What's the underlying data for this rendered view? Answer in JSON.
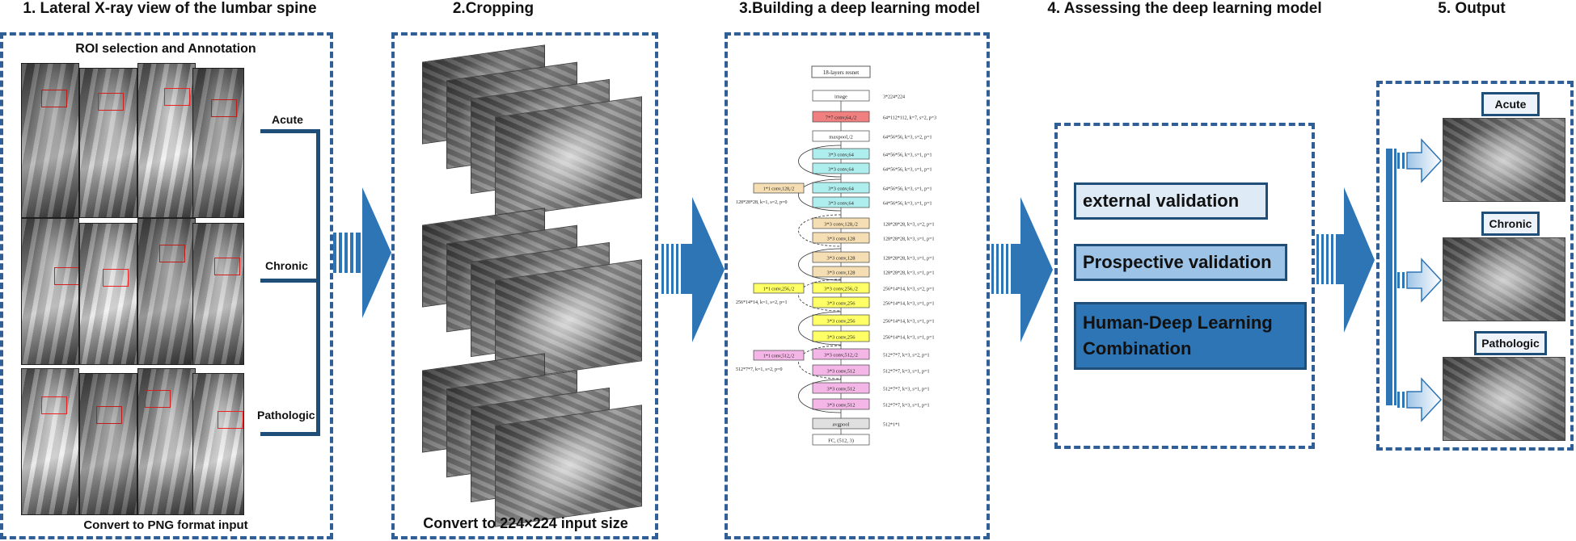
{
  "titles": [
    "1. Lateral X-ray view of the lumbar spine",
    "2.Cropping",
    "3.Building a deep learning model",
    "4. Assessing the deep learning model",
    "5. Output"
  ],
  "panel1": {
    "header": "ROI selection and Annotation",
    "footer": "Convert to PNG format input",
    "classes": [
      "Acute",
      "Chronic",
      "Pathologic"
    ]
  },
  "panel2": {
    "footer": "Convert to 224×224 input size"
  },
  "resnet": {
    "title": "18-layers resnet",
    "layers": [
      {
        "label": "image",
        "note": "3*224*224",
        "color": "#ffffff"
      },
      {
        "label": "7*7 conv,64,/2",
        "note": "64*112*112, k=7, s=2, p=3",
        "color": "#f08080"
      },
      {
        "label": "maxpool,/2",
        "note": "64*56*56, k=3, s=2, p=1",
        "color": "#ffffff"
      },
      {
        "label": "3*3 conv,64",
        "note": "64*56*56, k=3, s=1, p=1",
        "color": "#aeeeee"
      },
      {
        "label": "3*3 conv,64",
        "note": "64*56*56, k=3, s=1, p=1",
        "color": "#aeeeee"
      },
      {
        "label": "3*3 conv,64",
        "note": "64*56*56, k=3, s=1, p=1",
        "color": "#aeeeee"
      },
      {
        "label": "3*3 conv,64",
        "note": "64*56*56, k=3, s=1, p=1",
        "color": "#aeeeee"
      },
      {
        "label": "3*3 conv,128,/2",
        "note": "128*28*28, k=3, s=2, p=1",
        "color": "#f5deb3"
      },
      {
        "label": "3*3 conv,128",
        "note": "128*28*28, k=3, s=1, p=1",
        "color": "#f5deb3"
      },
      {
        "label": "3*3 conv,128",
        "note": "128*28*28, k=3, s=1, p=1",
        "color": "#f5deb3"
      },
      {
        "label": "3*3 conv,128",
        "note": "128*28*28, k=3, s=1, p=1",
        "color": "#f5deb3"
      },
      {
        "label": "3*3 conv,256,/2",
        "note": "256*14*14, k=3, s=2, p=1",
        "color": "#ffff66"
      },
      {
        "label": "3*3 conv,256",
        "note": "256*14*14, k=3, s=1, p=1",
        "color": "#ffff66"
      },
      {
        "label": "3*3 conv,256",
        "note": "256*14*14, k=3, s=1, p=1",
        "color": "#ffff66"
      },
      {
        "label": "3*3 conv,256",
        "note": "256*14*14, k=3, s=1, p=1",
        "color": "#ffff66"
      },
      {
        "label": "3*3 conv,512,/2",
        "note": "512*7*7, k=3, s=2, p=1",
        "color": "#f4b6e6"
      },
      {
        "label": "3*3 conv,512",
        "note": "512*7*7, k=3, s=1, p=1",
        "color": "#f4b6e6"
      },
      {
        "label": "3*3 conv,512",
        "note": "512*7*7, k=3, s=1, p=1",
        "color": "#f4b6e6"
      },
      {
        "label": "3*3 conv,512",
        "note": "512*7*7, k=3, s=1, p=1",
        "color": "#f4b6e6"
      },
      {
        "label": "avgpool",
        "note": "512*1*1",
        "color": "#e0e0e0"
      },
      {
        "label": "FC, (512, 3)",
        "note": "",
        "color": "#ffffff"
      }
    ],
    "shortcuts": [
      {
        "label": "1*1 conv,128,/2",
        "note": "128*28*28, k=1, s=2, p=0",
        "color": "#f5deb3"
      },
      {
        "label": "1*1 conv,256,/2",
        "note": "256*14*14, k=1, s=2, p=1",
        "color": "#ffff66"
      },
      {
        "label": "1*1 conv,512,/2",
        "note": "512*7*7, k=1, s=2, p=0",
        "color": "#f4b6e6"
      }
    ]
  },
  "panel4": {
    "items": [
      {
        "label": "external validation",
        "bg": "#deebf7",
        "fg": "#111111"
      },
      {
        "label": "Prospective validation",
        "bg": "#9dc3e6",
        "fg": "#111111"
      },
      {
        "label": "Human-Deep Learning Combination",
        "bg": "#2e75b6",
        "fg": "#111111"
      }
    ]
  },
  "panel5": {
    "classes": [
      "Acute",
      "Chronic",
      "Pathologic"
    ]
  },
  "colors": {
    "border": "#2f5f96",
    "arrow": "#2e75b6",
    "bracket": "#1f4e79"
  }
}
